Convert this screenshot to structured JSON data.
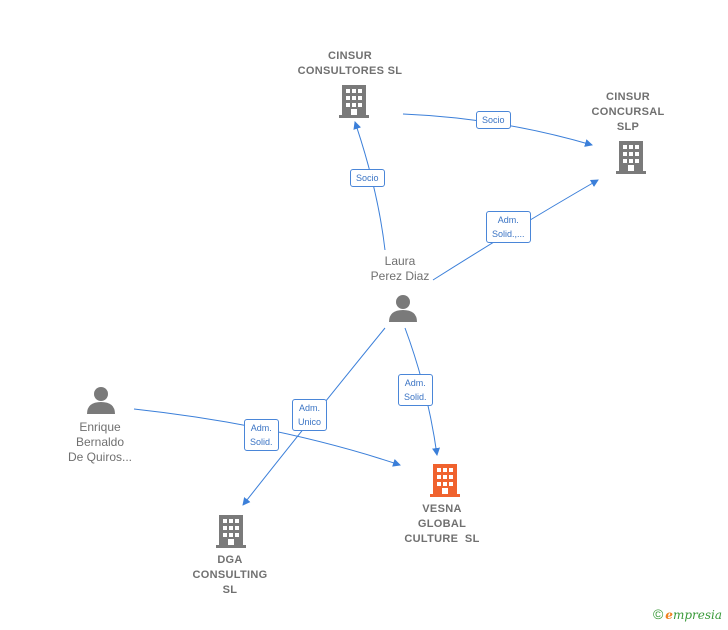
{
  "nodes": {
    "cinsur_consultores": {
      "line1": "CINSUR",
      "line2": "CONSULTORES SL"
    },
    "cinsur_concursal": {
      "line1": "CINSUR",
      "line2": "CONCURSAL",
      "line3": "SLP"
    },
    "laura": {
      "line1": "Laura",
      "line2": "Perez Diaz"
    },
    "enrique": {
      "line1": "Enrique",
      "line2": "Bernaldo",
      "line3": "De Quiros..."
    },
    "vesna": {
      "line1": "VESNA",
      "line2": "GLOBAL",
      "line3": "CULTURE  SL"
    },
    "dga": {
      "line1": "DGA",
      "line2": "CONSULTING",
      "line3": "SL"
    }
  },
  "edges": {
    "socio1": {
      "line1": "Socio"
    },
    "socio2": {
      "line1": "Socio"
    },
    "adm_solid_concursal": {
      "line1": "Adm.",
      "line2": "Solid.,..."
    },
    "adm_solid_vesna": {
      "line1": "Adm.",
      "line2": "Solid."
    },
    "adm_unico": {
      "line1": "Adm.",
      "line2": "Unico"
    },
    "adm_solid_enrique": {
      "line1": "Adm.",
      "line2": "Solid."
    }
  },
  "colors": {
    "edge": "#3b7fd9",
    "building": "#7a7a7a",
    "focus_building": "#f0622e",
    "person": "#7a7a7a"
  },
  "brand": {
    "copyright": "©",
    "e": "e",
    "rest": "mpresia"
  }
}
